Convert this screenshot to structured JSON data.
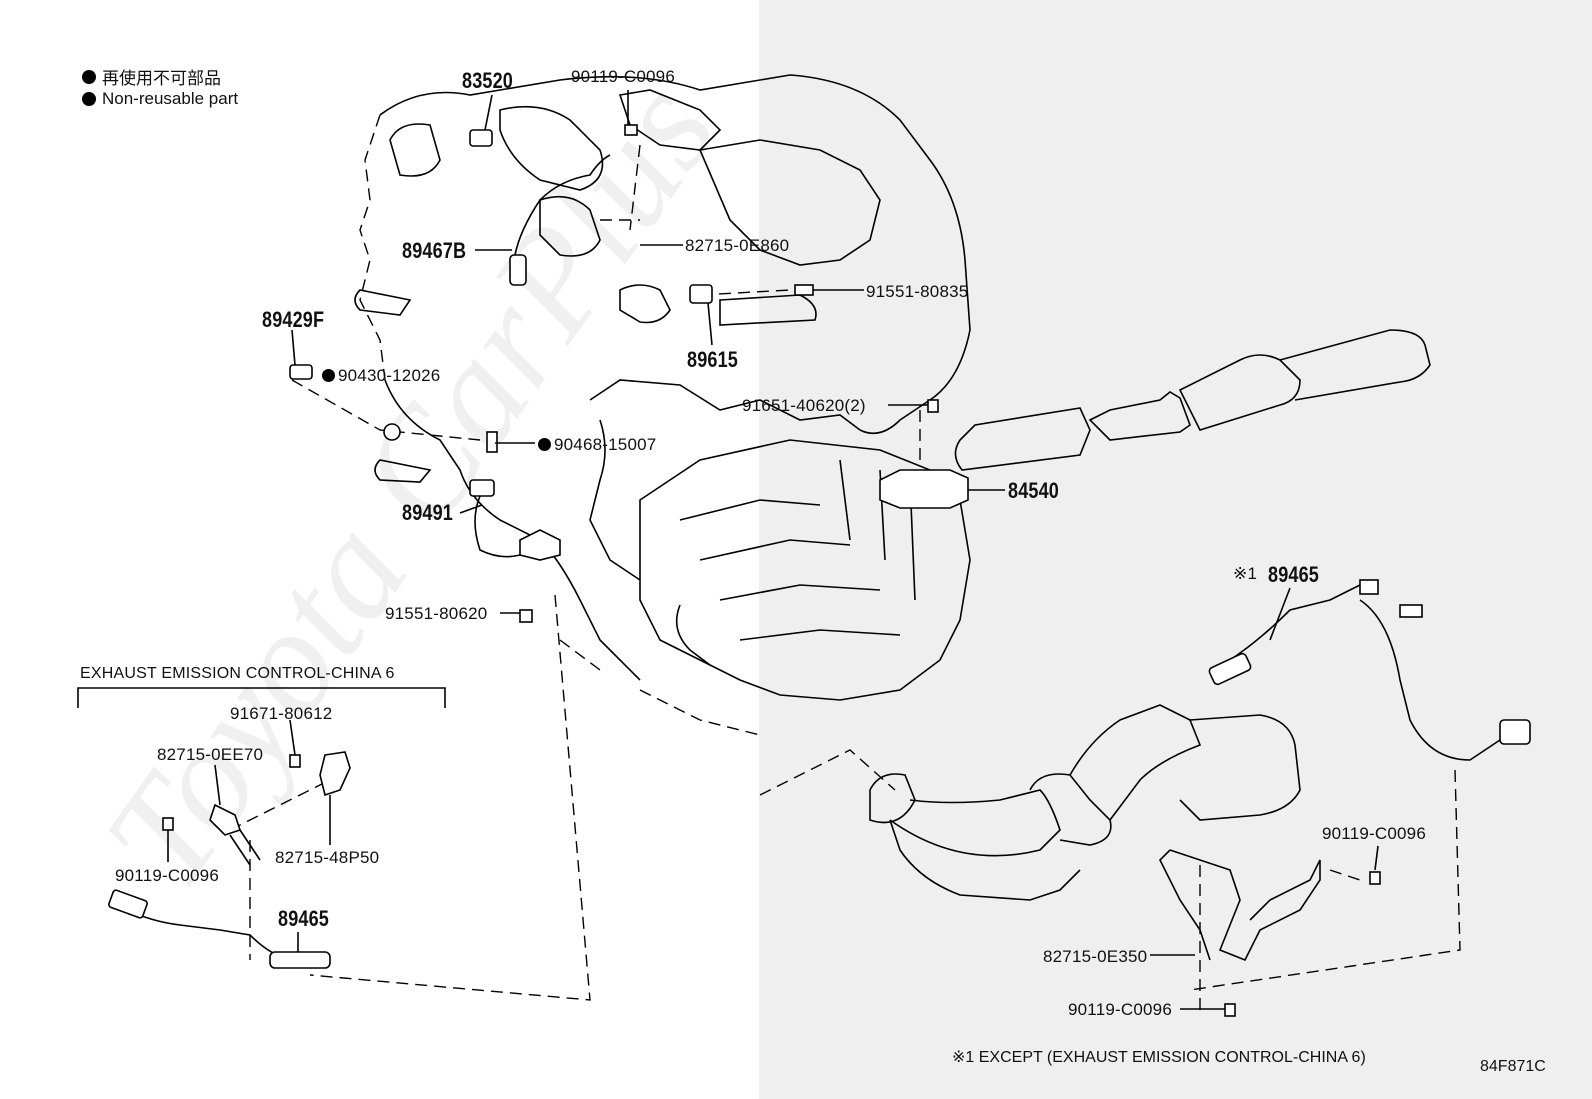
{
  "legend": {
    "jp": "再使用不可部品",
    "en": "Non-reusable part"
  },
  "watermark": "Toyota CarPlus",
  "labels": {
    "p83520": "83520",
    "p90119a": "90119-C0096",
    "p89467B": "89467B",
    "p82715_0E860": "82715-0E860",
    "p91551_80835": "91551-80835",
    "p89429F": "89429F",
    "p90430": "90430-12026",
    "p89615": "89615",
    "p91651": "91651-40620(2)",
    "p90468": "90468-15007",
    "p84540": "84540",
    "p89491": "89491",
    "p91551_80620": "91551-80620",
    "p89465_main": "89465",
    "mark1": "※1",
    "p90119b": "90119-C0096",
    "p82715_0E350": "82715-0E350",
    "p90119c": "90119-C0096",
    "section_title": "EXHAUST EMISSION CONTROL-CHINA 6",
    "p91671": "91671-80612",
    "p82715_0EE70": "82715-0EE70",
    "p82715_48P50": "82715-48P50",
    "p90119d": "90119-C0096",
    "p89465_sub": "89465",
    "except_note": "※1 EXCEPT (EXHAUST EMISSION CONTROL-CHINA 6)",
    "figure_code": "84F871C"
  }
}
